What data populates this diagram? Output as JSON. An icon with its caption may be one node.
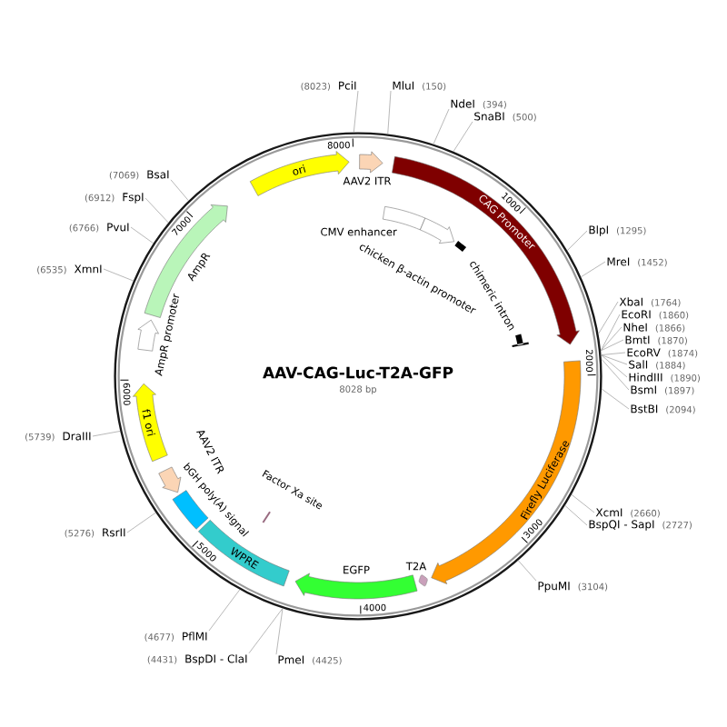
{
  "diagram": {
    "title": "AAV-CAG-Luc-T2A-GFP",
    "nodes": [
      {
        "text": [],
        "shape": "circle"
      },
      {
        "text": [
          "AAV2 ITR"
        ],
        "in": 0
      },
      {
        "text": [
          "CAG Promoter"
        ],
        "in": 0
      },
      {
        "text": [
          "CMV enhancer"
        ],
        "in": 0
      },
      {
        "text": [
          "chicken β-actin promoter"
        ],
        "in": 0
      },
      {
        "text": [
          "chimeric intron"
        ],
        "in": 0
      },
      {
        "text": [
          "Firefly Luciferase"
        ],
        "in": 0
      },
      {
        "text": [
          "T2A"
        ],
        "in": 0
      },
      {
        "text": [
          "EGFP"
        ],
        "in": 0
      },
      {
        "text": [
          "WPRE"
        ],
        "in": 0
      },
      {
        "text": [
          "bGH poly(A) signal"
        ],
        "in": 0
      },
      {
        "text": [
          "Factor Xa site"
        ],
        "in": 0
      },
      {
        "text": [
          "AAV2 ITR"
        ],
        "in": 0
      },
      {
        "text": [
          "f1 ori"
        ],
        "in": 0
      },
      {
        "text": [
          "AmpR promoter"
        ],
        "in": 0
      },
      {
        "text": [
          "AmpR"
        ],
        "in": 0
      },
      {
        "text": [
          "ori"
        ],
        "in": 0
      },
      {
        "text": [
          "PciI"
        ],
        "beside": [
          "(8023)"
        ]
      },
      {
        "text": [
          "MluI"
        ],
        "beside": [
          "(150)"
        ]
      },
      {
        "text": [
          "NdeI"
        ],
        "beside": [
          "(394)"
        ]
      },
      {
        "text": [
          "SnaBI"
        ],
        "beside": [
          "(500)"
        ]
      },
      {
        "text": [
          "BlpI"
        ],
        "beside": [
          "(1295)"
        ]
      },
      {
        "text": [
          "MreI"
        ],
        "beside": [
          "(1452)"
        ]
      },
      {
        "text": [
          "XbaI"
        ],
        "beside": [
          "(1764)"
        ]
      },
      {
        "text": [
          "EcoRI"
        ],
        "beside": [
          "(1860)"
        ]
      },
      {
        "text": [
          "NheI"
        ],
        "beside": [
          "(1866)"
        ]
      },
      {
        "text": [
          "BmtI"
        ],
        "beside": [
          "(1870)"
        ]
      },
      {
        "text": [
          "EcoRV"
        ],
        "beside": [
          "(1874)"
        ]
      },
      {
        "text": [
          "SalI"
        ],
        "beside": [
          "(1884)"
        ]
      },
      {
        "text": [
          "HindIII"
        ],
        "beside": [
          "(1890)"
        ]
      },
      {
        "text": [
          "BsmI"
        ],
        "beside": [
          "(1897)"
        ]
      },
      {
        "text": [
          "BstBI"
        ],
        "beside": [
          "(2094)"
        ]
      },
      {
        "text": [
          "XcmI"
        ],
        "beside": [
          "(2660)"
        ]
      },
      {
        "text": [
          "BspQI - SapI"
        ],
        "beside": [
          "(2727)"
        ]
      },
      {
        "text": [
          "PpuMI"
        ],
        "beside": [
          "(3104)"
        ]
      },
      {
        "text": [
          "PmeI"
        ],
        "beside": [
          "(4425)"
        ]
      },
      {
        "text": [
          "BspDI - ClaI"
        ],
        "beside": [
          "(4431)"
        ]
      },
      {
        "text": [
          "PflMI"
        ],
        "beside": [
          "(4677)"
        ]
      },
      {
        "text": [
          "RsrII"
        ],
        "beside": [
          "(5276)"
        ]
      },
      {
        "text": [
          "DraIII"
        ],
        "beside": [
          "(5739)"
        ]
      },
      {
        "text": [
          "XmnI"
        ],
        "beside": [
          "(6535)"
        ]
      },
      {
        "text": [
          "PvuI"
        ],
        "beside": [
          "(6766)"
        ]
      },
      {
        "text": [
          "FspI"
        ],
        "beside": [
          "(6912)"
        ]
      },
      {
        "text": [
          "BsaI"
        ],
        "beside": [
          "(7069)"
        ]
      }
    ],
    "edges": [
      {
        "from": 17,
        "to": 0,
        "arrow": "none"
      },
      {
        "from": 18,
        "to": 0,
        "arrow": "none"
      },
      {
        "from": 19,
        "to": 0,
        "arrow": "none"
      },
      {
        "from": 20,
        "to": 0,
        "arrow": "none"
      },
      {
        "from": 21,
        "to": 0,
        "arrow": "none"
      },
      {
        "from": 22,
        "to": 0,
        "arrow": "none"
      },
      {
        "from": 23,
        "to": 0,
        "arrow": "none"
      },
      {
        "from": 24,
        "to": 0,
        "arrow": "none"
      },
      {
        "from": 25,
        "to": 0,
        "arrow": "none"
      },
      {
        "from": 26,
        "to": 0,
        "arrow": "none"
      },
      {
        "from": 27,
        "to": 0,
        "arrow": "none"
      },
      {
        "from": 28,
        "to": 0,
        "arrow": "none"
      },
      {
        "from": 29,
        "to": 0,
        "arrow": "none"
      },
      {
        "from": 30,
        "to": 0,
        "arrow": "none"
      },
      {
        "from": 31,
        "to": 0,
        "arrow": "none"
      },
      {
        "from": 32,
        "to": 0,
        "arrow": "none"
      },
      {
        "from": 33,
        "to": 0,
        "arrow": "none"
      },
      {
        "from": 34,
        "to": 0,
        "arrow": "none"
      },
      {
        "from": 35,
        "to": 0,
        "arrow": "none"
      },
      {
        "from": 36,
        "to": 0,
        "arrow": "none"
      },
      {
        "from": 37,
        "to": 0,
        "arrow": "none"
      },
      {
        "from": 38,
        "to": 0,
        "arrow": "none"
      },
      {
        "from": 39,
        "to": 0,
        "arrow": "none"
      },
      {
        "from": 40,
        "to": 0,
        "arrow": "none"
      },
      {
        "from": 41,
        "to": 0,
        "arrow": "none"
      },
      {
        "from": 42,
        "to": 0,
        "arrow": "none"
      },
      {
        "from": 43,
        "to": 0,
        "arrow": "none"
      }
    ],
    "labels": [
      "8028 bp",
      "1000",
      "2000",
      "3000",
      "4000",
      "5000",
      "6000",
      "7000",
      "8000"
    ]
  }
}
